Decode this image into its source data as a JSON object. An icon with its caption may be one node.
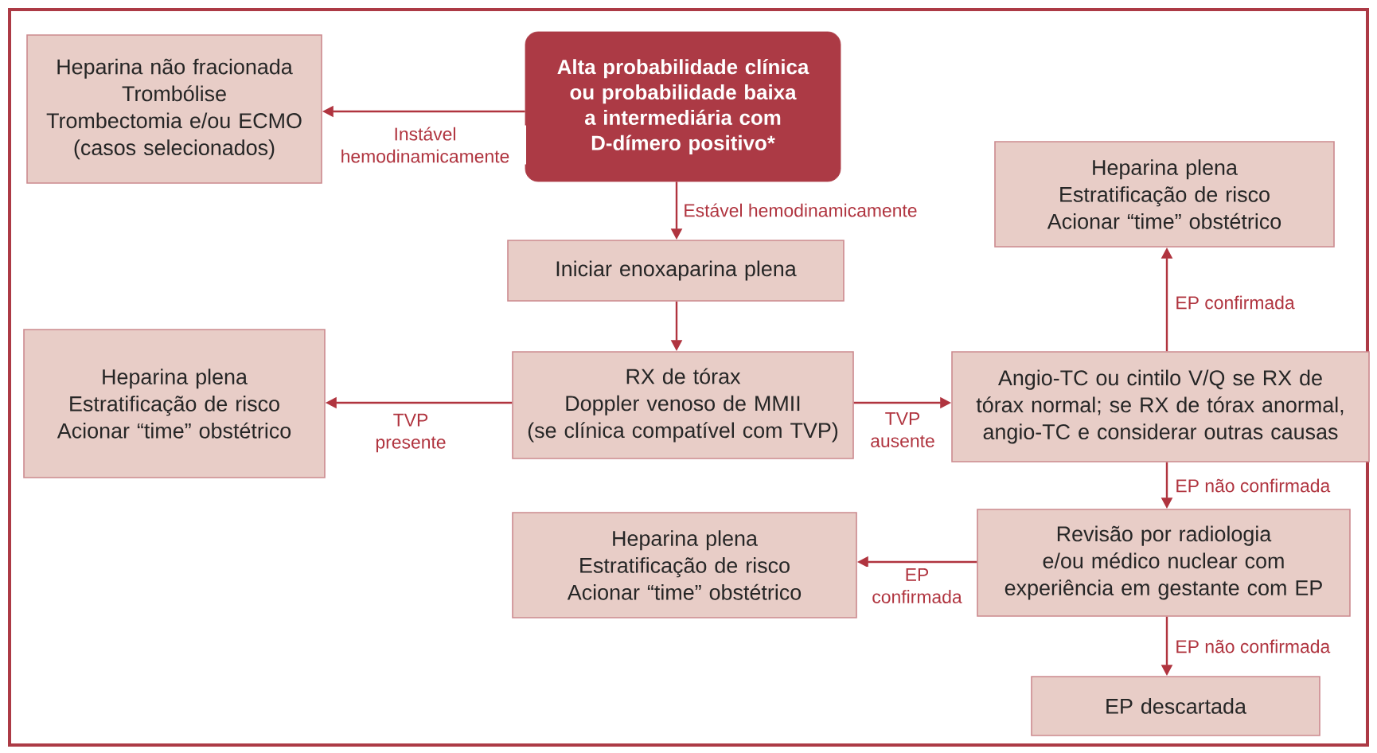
{
  "diagram": {
    "nodes": [
      {
        "text": [
          "Alta probabilidade clínica ou probabilidade baixa a intermediária com D-dímero positivo*"
        ]
      },
      {
        "text": [
          "Heparina não fracionada",
          "Trombólise",
          "Trombectomia e/ou ECMO",
          "(casos selecionados)"
        ]
      },
      {
        "text": [
          "Iniciar enoxaparina plena"
        ]
      },
      {
        "text": [
          "RX de tórax",
          "Doppler venoso de MMII",
          "(se clínica compatível com TVP)"
        ]
      },
      {
        "text": [
          "Heparina plena",
          "Estratificação de risco",
          "Acionar “time” obstétrico"
        ]
      },
      {
        "text": [
          "Angio-TC ou cintilo V/Q se RX de tórax normal; se RX de tórax anormal, angio-TC e considerar outras causas"
        ]
      },
      {
        "text": [
          "Heparina plena",
          "Estratificação de risco",
          "Acionar “time” obstétrico"
        ]
      },
      {
        "text": [
          "Revisão por radiologia e/ou médico nuclear com experiência em gestante com EP"
        ]
      },
      {
        "text": [
          "Heparina plena",
          "Estratificação de risco",
          "Acionar “time” obstétrico"
        ]
      },
      {
        "text": [
          "EP descartada"
        ]
      }
    ],
    "edges": [
      {
        "from": 0,
        "to": 1,
        "arrow": "to",
        "label": "Instável hemodinamicamente"
      },
      {
        "from": 0,
        "to": 2,
        "arrow": "to",
        "label": "Estável hemodinamicamente"
      },
      {
        "from": 2,
        "to": 3,
        "arrow": "to"
      },
      {
        "from": 3,
        "to": 4,
        "arrow": "to",
        "label": "TVP presente"
      },
      {
        "from": 3,
        "to": 5,
        "arrow": "to",
        "label": "TVP ausente"
      },
      {
        "from": 5,
        "to": 6,
        "arrow": "to",
        "label": "EP confirmada"
      },
      {
        "from": 5,
        "to": 7,
        "arrow": "to",
        "label": "EP não confirmada"
      },
      {
        "from": 7,
        "to": 8,
        "arrow": "to",
        "label": "EP confirmada"
      },
      {
        "from": 7,
        "to": 9,
        "arrow": "to",
        "label": "EP não confirmada"
      }
    ]
  }
}
